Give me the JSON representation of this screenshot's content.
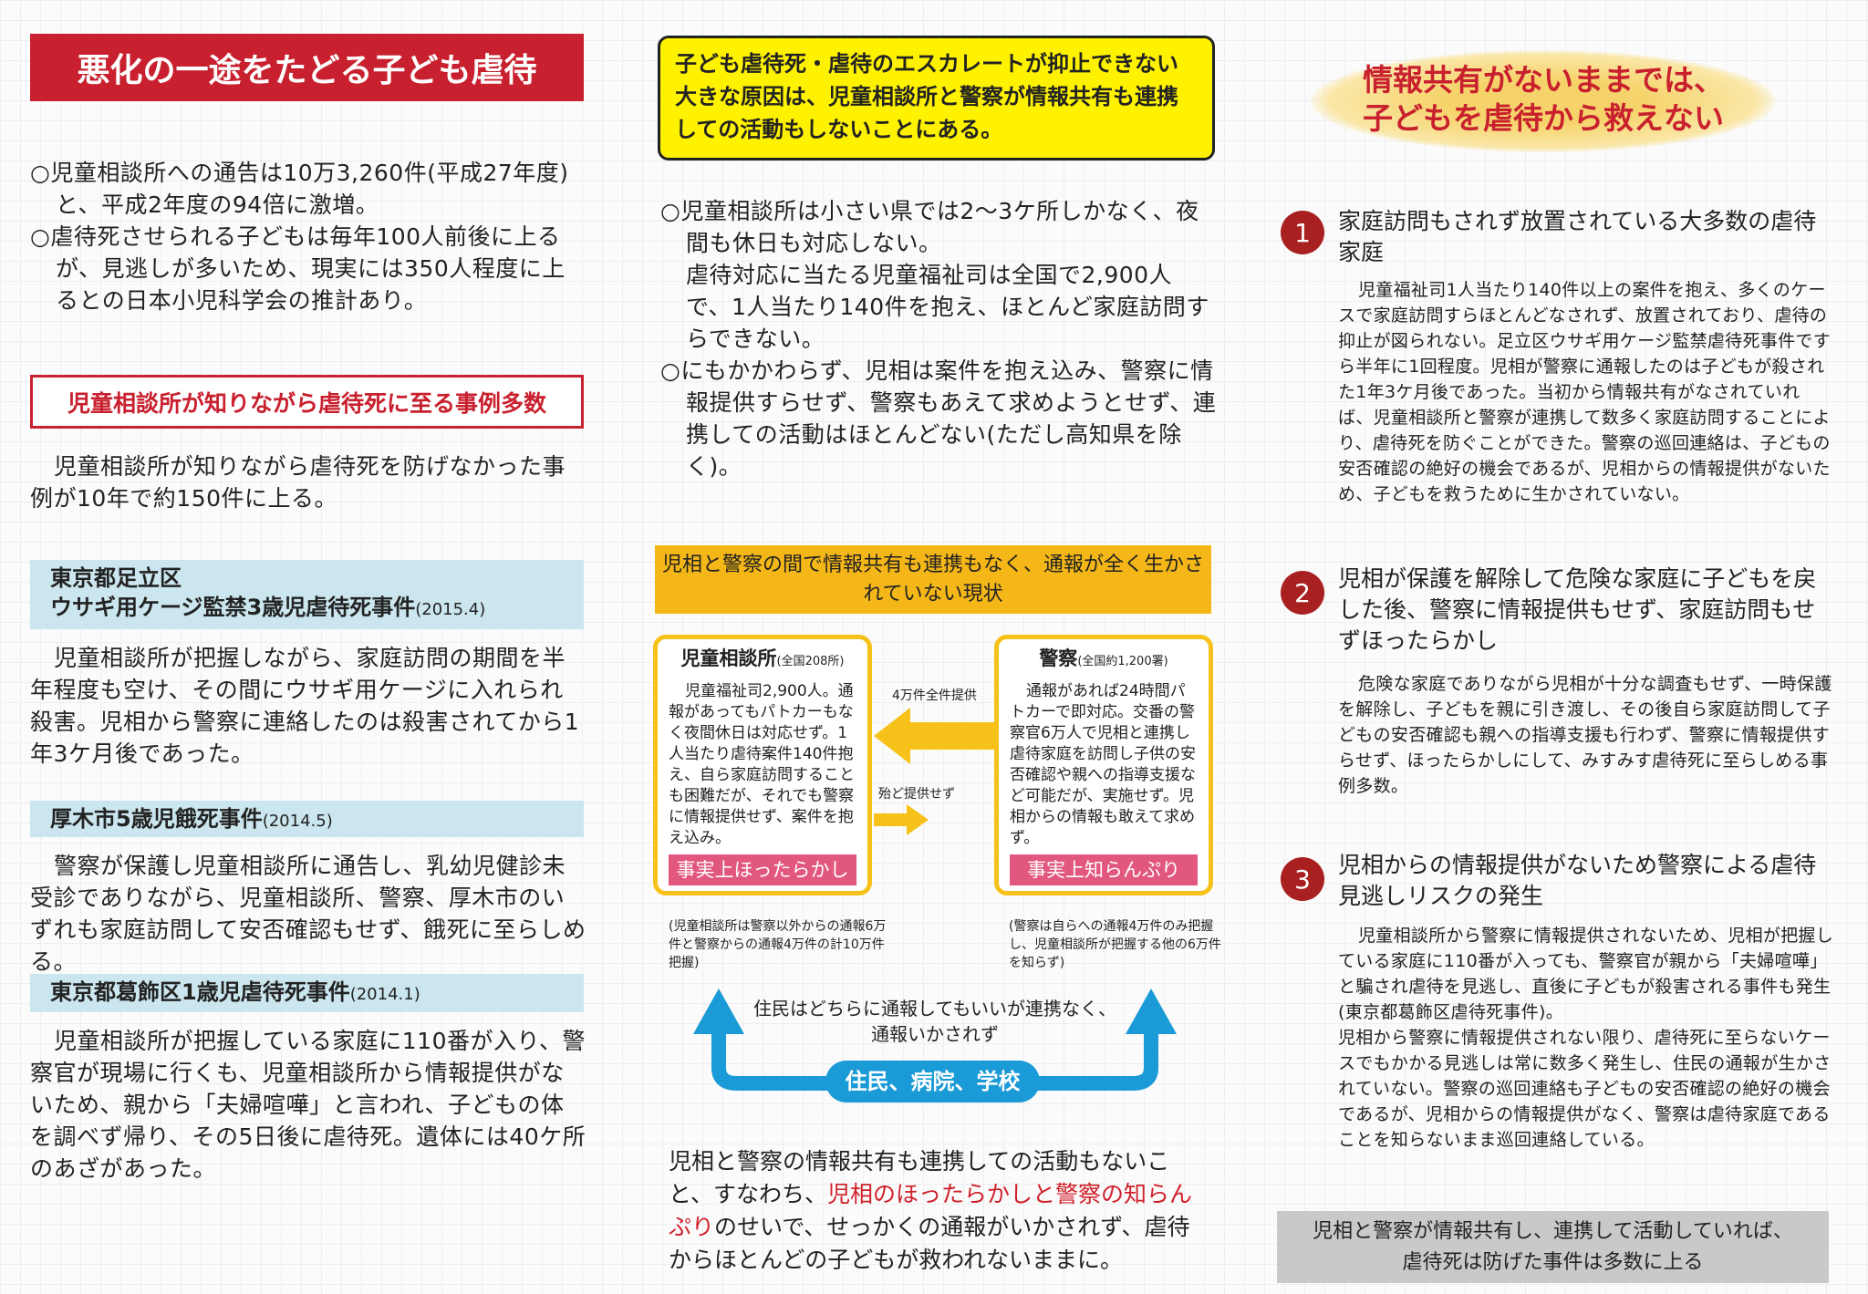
{
  "left": {
    "title": "悪化の一途をたどる子ども虐待",
    "bullets": [
      "○児童相談所への通告は10万3,260件(平成27年度)と、平成2年度の94倍に激増。",
      "○虐待死させられる子どもは毎年100人前後に上るが、見逃しが多いため、現実には350人程度に上るとの日本小児科学会の推計あり。"
    ],
    "box_heading": "児童相談所が知りながら虐待死に至る事例多数",
    "box_text": "児童相談所が知りながら虐待死を防げなかった事例が10年で約150件に上る。",
    "cases": [
      {
        "title_line1": "東京都足立区",
        "title_line2": "ウサギ用ケージ監禁3歳児虐待死事件",
        "date": "(2015.4)",
        "text": "児童相談所が把握しながら、家庭訪問の期間を半年程度も空け、その間にウサギ用ケージに入れられ殺害。児相から警察に連絡したのは殺害されてから1年3ケ月後であった。"
      },
      {
        "title": "厚木市5歳児餓死事件",
        "date": "(2014.5)",
        "text": "警察が保護し児童相談所に通告し、乳幼児健診未受診でありながら、児童相談所、警察、厚木市のいずれも家庭訪問して安否確認もせず、餓死に至らしめる。"
      },
      {
        "title": "東京都葛飾区1歳児虐待死事件",
        "date": "(2014.1)",
        "text": "児童相談所が把握している家庭に110番が入り、警察官が現場に行くも、児童相談所から情報提供がないため、親から「夫婦喧嘩」と言われ、子どもの体を調べず帰り、その5日後に虐待死。遺体には40ケ所のあざがあった。"
      }
    ]
  },
  "middle": {
    "headline": "子ども虐待死・虐待のエスカレートが抑止できない大きな原因は、児童相談所と警察が情報共有も連携しての活動もしないことにある。",
    "bullets": [
      "○児童相談所は小さい県では2〜3ケ所しかなく、夜間も休日も対応しない。",
      "虐待対応に当たる児童福祉司は全国で2,900人で、1人当たり140件を抱え、ほとんど家庭訪問すらできない。",
      "○にもかかわらず、児相は案件を抱え込み、警察に情報提供すらせず、警察もあえて求めようとせず、連携しての活動はほとんどない(ただし高知県を除く)。"
    ],
    "diagram": {
      "banner": "児相と警察の間で情報共有も連携もなく、通報が全く生かされていない現状",
      "left_box": {
        "title": "児童相談所",
        "count": "(全国208所)",
        "text": "児童福祉司2,900人。通報があってもパトカーもなく夜間休日は対応せず。1人当たり虐待案件140件抱え、自ら家庭訪問することも困難だが、それでも警察に情報提供せず、案件を抱え込み。",
        "label": "事実上ほったらかし",
        "note": "(児童相談所は警察以外からの通報6万件と警察からの通報4万件の計10万件把握)"
      },
      "right_box": {
        "title": "警察",
        "count": "(全国約1,200署)",
        "text": "通報があれば24時間パトカーで即対応。交番の警察官6万人で児相と連携し虐待家庭を訪問し子供の安否確認や親への指導支援など可能だが、実施せず。児相からの情報も敢えて求めず。",
        "label": "事実上知らんぷり",
        "note": "(警察は自らへの通報4万件のみ把握し、児童相談所が把握する他の6万件を知らず)"
      },
      "arrow_top_label": "4万件全件提供",
      "arrow_bottom_label": "殆ど提供せず",
      "residents_text": "住民はどちらに通報してもいいが連携なく、通報いかされず",
      "residents_label": "住民、病院、学校"
    },
    "conclusion_a": "児相と警察の情報共有も連携しての活動もないこと、すなわち、",
    "conclusion_red": "児相のほったらかしと警察の知らんぷり",
    "conclusion_b": "のせいで、せっかくの通報がいかされず、虐待からほとんどの子どもが救われないままに。"
  },
  "right": {
    "title_line1": "情報共有がないままでは、",
    "title_line2": "子どもを虐待から救えない",
    "items": [
      {
        "num": "1",
        "heading": "家庭訪問もされず放置されている大多数の虐待家庭",
        "text": "児童福祉司1人当たり140件以上の案件を抱え、多くのケースで家庭訪問すらほとんどなされず、放置されており、虐待の抑止が図られない。足立区ウサギ用ケージ監禁虐待死事件ですら半年に1回程度。児相が警察に通報したのは子どもが殺された1年3ケ月後であった。当初から情報共有がなされていれば、児童相談所と警察が連携して数多く家庭訪問することにより、虐待死を防ぐことができた。警察の巡回連絡は、子どもの安否確認の絶好の機会であるが、児相からの情報提供がないため、子どもを救うために生かされていない。"
      },
      {
        "num": "2",
        "heading": "児相が保護を解除して危険な家庭に子どもを戻した後、警察に情報提供もせず、家庭訪問もせずほったらかし",
        "text": "危険な家庭でありながら児相が十分な調査もせず、一時保護を解除し、子どもを親に引き渡し、その後自ら家庭訪問して子どもの安否確認も親への指導支援も行わず、警察に情報提供すらせず、ほったらかしにして、みすみす虐待死に至らしめる事例多数。"
      },
      {
        "num": "3",
        "heading": "児相からの情報提供がないため警察による虐待見逃しリスクの発生",
        "text": "児童相談所から警察に情報提供されないため、児相が把握している家庭に110番が入っても、警察官が親から「夫婦喧嘩」と騙され虐待を見逃し、直後に子どもが殺害される事件も発生(東京都葛飾区虐待死事件)。",
        "text2": "児相から警察に情報提供されない限り、虐待死に至らないケースでもかかる見逃しは常に数多く発生し、住民の通報が生かされていない。警察の巡回連絡も子どもの安否確認の絶好の機会であるが、児相からの情報提供がなく、警察は虐待家庭であることを知らないまま巡回連絡している。"
      }
    ],
    "footer_line1": "児相と警察が情報共有し、連携して活動していれば、",
    "footer_line2": "虐待死は防げた事件は多数に上る"
  },
  "colors": {
    "red": "#c8202e",
    "yellow": "#fff200",
    "orange": "#f4b717",
    "pink": "#e2577d",
    "blue": "#1a9ad6",
    "light_blue": "#cbe6ee"
  }
}
